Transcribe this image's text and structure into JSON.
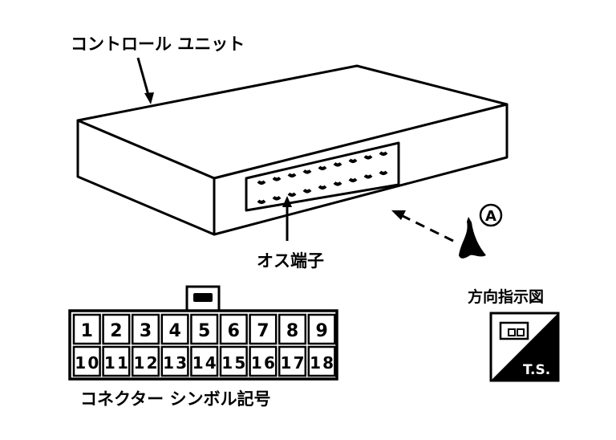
{
  "labels": {
    "control_unit": "コントロール ユニット",
    "male_terminal": "オス端子",
    "view_marker": "A",
    "direction_diagram_title": "方向指示図",
    "ts_label": "T.S.",
    "connector_symbol_caption": "コネクター シンボル記号"
  },
  "connector": {
    "row1": [
      "1",
      "2",
      "3",
      "4",
      "5",
      "6",
      "7",
      "8",
      "9"
    ],
    "row2": [
      "10",
      "11",
      "12",
      "13",
      "14",
      "15",
      "16",
      "17",
      "18"
    ]
  },
  "colors": {
    "ink": "#000000",
    "paper": "#ffffff"
  }
}
